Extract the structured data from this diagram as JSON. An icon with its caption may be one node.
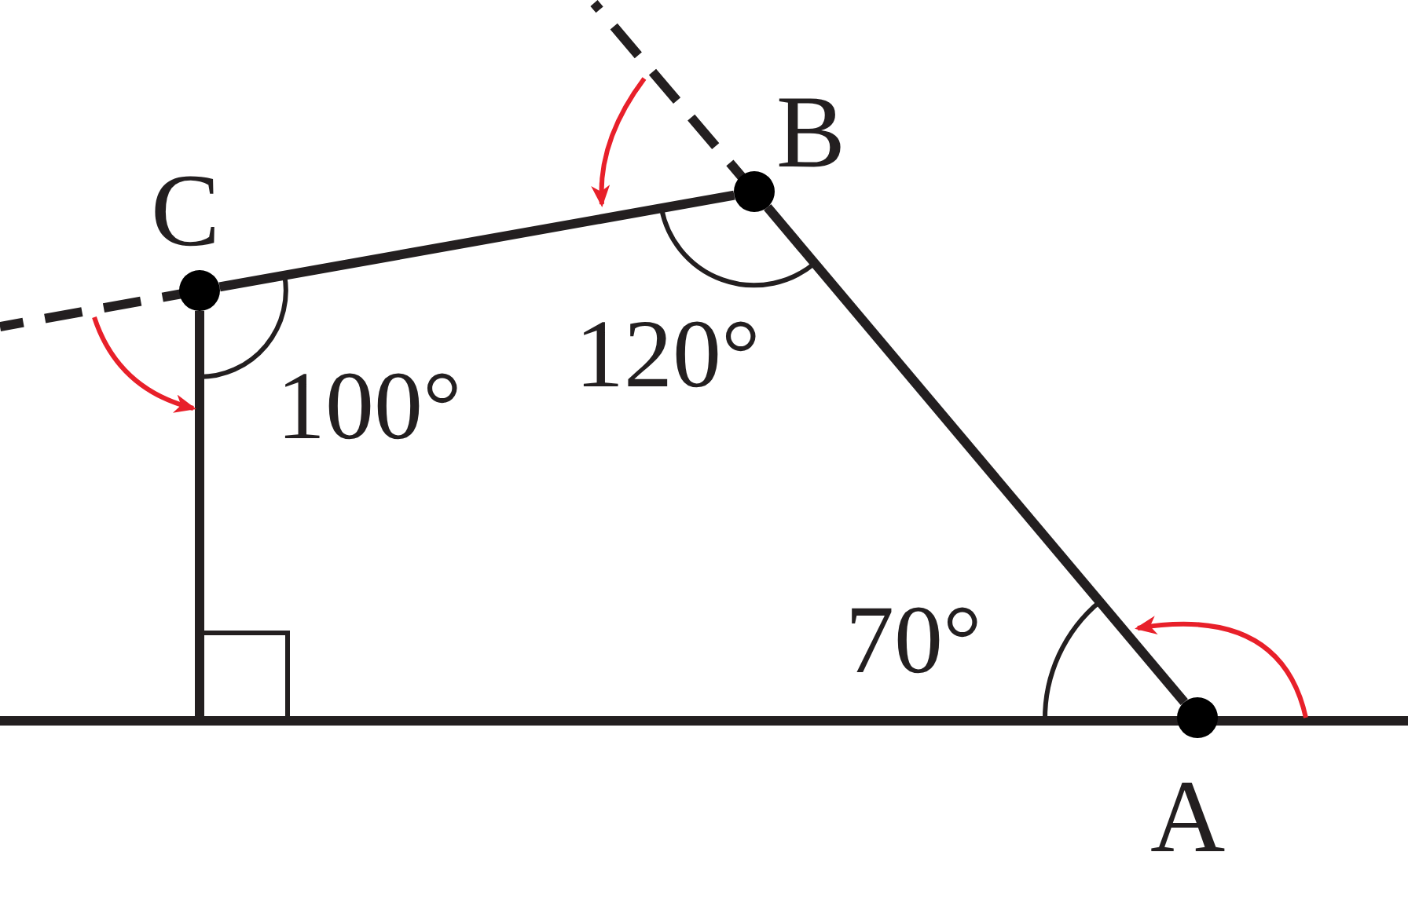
{
  "diagram": {
    "nodes": [
      {
        "text": [
          "A"
        ]
      },
      {
        "text": [
          "B"
        ]
      },
      {
        "text": [
          "C"
        ]
      }
    ],
    "edges": [
      {
        "from": 0,
        "to": 1,
        "arrow": "none"
      },
      {
        "from": 1,
        "to": 2,
        "arrow": "none"
      }
    ],
    "labels": [
      "100°",
      "120°",
      "70°"
    ]
  }
}
